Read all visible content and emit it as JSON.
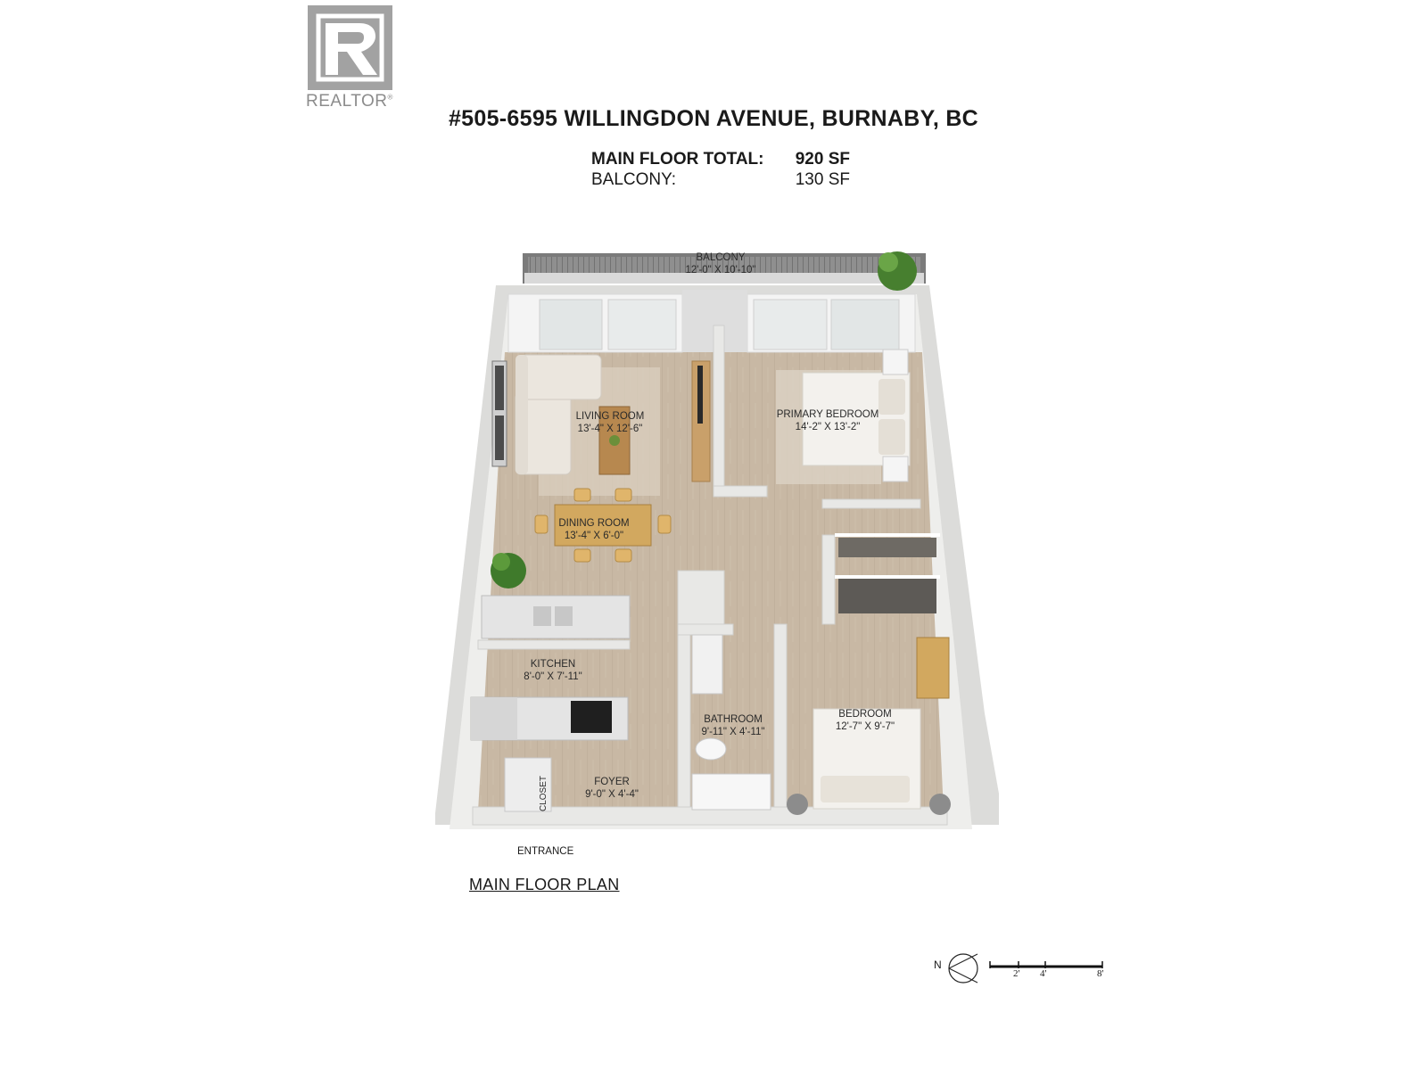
{
  "logo": {
    "text": "REALTOR",
    "mark": "®"
  },
  "header": {
    "address": "#505-6595 WILLINGDON AVENUE, BURNABY, BC",
    "areas": [
      {
        "label": "MAIN FLOOR TOTAL:",
        "value": "920 SF"
      },
      {
        "label": "BALCONY:",
        "value": "130 SF"
      }
    ]
  },
  "rooms": {
    "balcony": {
      "name": "BALCONY",
      "dims": "12'-0\" X 10'-10\""
    },
    "living": {
      "name": "LIVING ROOM",
      "dims": "13'-4\" X 12'-6\""
    },
    "primary": {
      "name": "PRIMARY BEDROOM",
      "dims": "14'-2\" X 13'-2\""
    },
    "dining": {
      "name": "DINING ROOM",
      "dims": "13'-4\" X 6'-0\""
    },
    "kitchen": {
      "name": "KITCHEN",
      "dims": "8'-0\" X 7'-11\""
    },
    "bathroom": {
      "name": "BATHROOM",
      "dims": "9'-11\" X 4'-11\""
    },
    "bedroom": {
      "name": "BEDROOM",
      "dims": "12'-7\" X 9'-7\""
    },
    "foyer": {
      "name": "FOYER",
      "dims": "9'-0\" X 4'-4\""
    },
    "closet": {
      "name": "CLOSET"
    }
  },
  "entrance": "ENTRANCE",
  "caption": "MAIN FLOOR PLAN",
  "compass": {
    "letter": "N"
  },
  "scale": {
    "ticks": [
      "2'",
      "4'",
      "8'"
    ]
  },
  "colors": {
    "floor": "#c9b9a6",
    "wall": "#e6e6e4",
    "logo": "#a2a2a2"
  }
}
